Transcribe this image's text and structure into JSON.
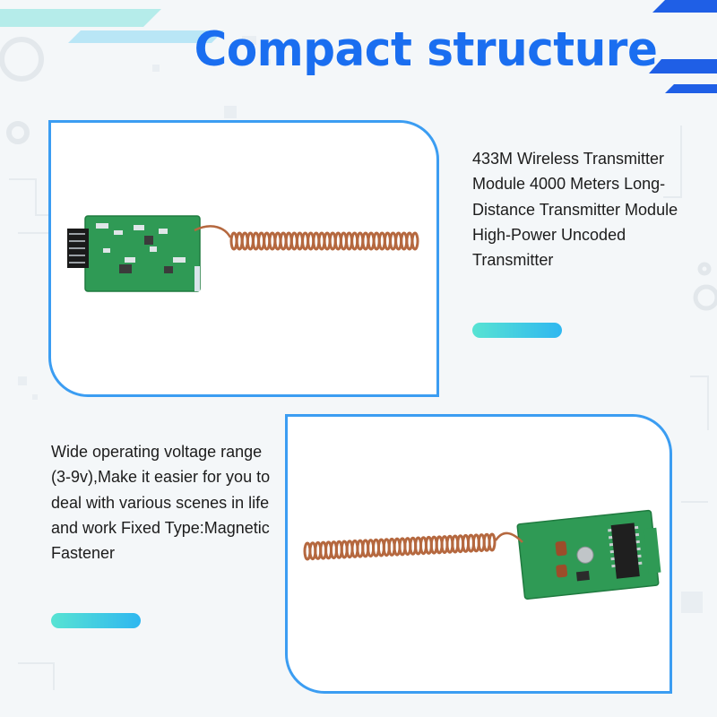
{
  "page": {
    "title": "Compact structure",
    "colors": {
      "title": "#1a6ef0",
      "panel_border": "#3b9df2",
      "pill_start": "#57e3d3",
      "pill_end": "#2fb7f0",
      "pcb": "#2f9a55",
      "antenna": "#b5683f"
    }
  },
  "sections": [
    {
      "image": "transmitter-module-photo-horizontal",
      "description": "433M Wireless Transmitter Module 4000 Meters Long-Distance Transmitter Module High-Power Uncoded Transmitter"
    },
    {
      "image": "transmitter-module-photo-angled",
      "description": "Wide operating voltage range (3-9v),Make it easier for you to deal with various scenes in life and work Fixed Type:Magnetic Fastener"
    }
  ]
}
